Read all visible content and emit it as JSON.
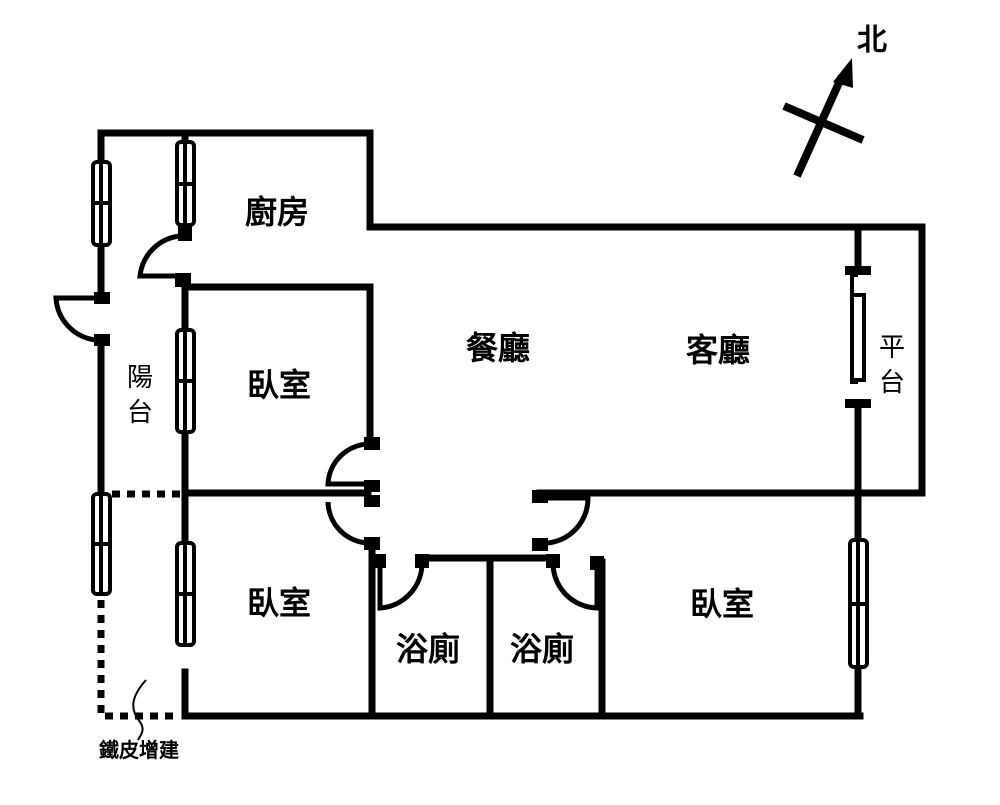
{
  "title": "Floor plan",
  "colors": {
    "wall": "#000000",
    "background": "#ffffff"
  },
  "compass": {
    "label": "北",
    "icon": "north-arrow-icon"
  },
  "rooms": {
    "kitchen": "廚房",
    "dining": "餐廳",
    "living": "客廳",
    "platform": [
      "平",
      "台"
    ],
    "balcony": [
      "陽",
      "台"
    ],
    "bedroom_north": "臥室",
    "bedroom_southwest": "臥室",
    "bath_1": "浴廁",
    "bath_2": "浴廁",
    "bedroom_southeast": "臥室"
  },
  "notes": {
    "extension": "鐵皮增建"
  }
}
